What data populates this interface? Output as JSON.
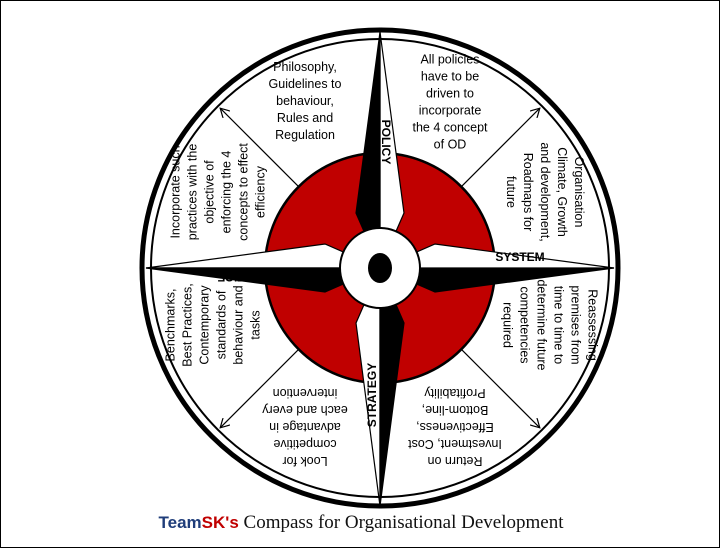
{
  "colors": {
    "red": "#c00000",
    "black": "#000000",
    "team": "#1f3d7a",
    "sk": "#c00000"
  },
  "labels": {
    "policy": "POLICY",
    "system": "SYSTEM",
    "strategy": "STRATEGY",
    "practice": "PRACTICE"
  },
  "segments": {
    "top_left": [
      "Philosophy,",
      "Guidelines  to",
      "behaviour,",
      "Rules and",
      "Regulation"
    ],
    "top_right": [
      "All policies",
      "have to  be",
      "driven to",
      "incorporate",
      "the 4 concept",
      "of OD"
    ],
    "right_upper": [
      "Organisation",
      "Climate, Growth",
      "and development,",
      "Roadmaps for",
      "future"
    ],
    "right_lower": [
      "Reassessing",
      "premises from",
      "time to time to",
      "determine future",
      "competencies",
      "required"
    ],
    "bottom_right": [
      "Return on",
      "Investment, Cost",
      "Effectiveness,",
      "Bottom-line,",
      "Profitability"
    ],
    "bottom_left": [
      "Look for",
      "competitive",
      "advantage in",
      "each and every",
      "intervention"
    ],
    "left_lower": [
      "Benchmarks,",
      "Best Practices,",
      "Contemporary",
      "standards of",
      "behaviour and",
      "tasks"
    ],
    "left_upper": [
      "Incorporate such",
      "practices with the",
      "objective of",
      "enforcing the 4",
      "concepts to effect",
      "efficiency"
    ]
  },
  "caption": {
    "team": "Team",
    "sk": "SK's",
    "rest": " Compass for Organisational Development"
  }
}
